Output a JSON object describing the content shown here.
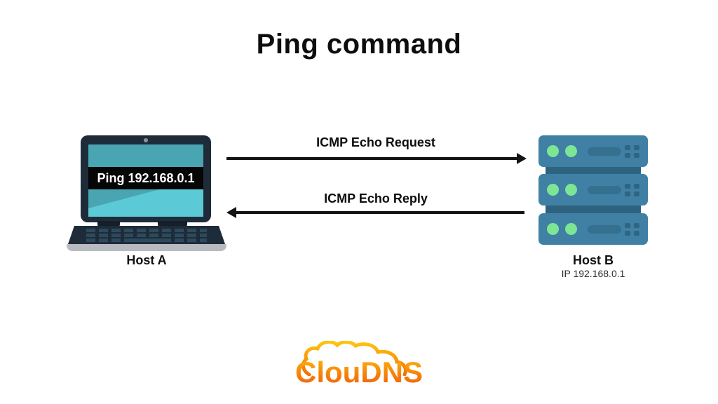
{
  "title": "Ping command",
  "host_a": {
    "label": "Host A",
    "screen_text": "Ping 192.168.0.1"
  },
  "host_b": {
    "label": "Host B",
    "ip_label": "IP 192.168.0.1"
  },
  "flows": {
    "request": "ICMP Echo Request",
    "reply": "ICMP Echo Reply"
  },
  "logo_text": "ClouDNS",
  "colors": {
    "laptop_body": "#1e2c3a",
    "screen_teal_dark": "#4aa5b2",
    "screen_teal_light": "#5cc9d7",
    "screen_band": "#060606",
    "server_body": "#3f80a4",
    "server_connector": "#2e6380",
    "server_slot": "#35708f",
    "led_green": "#7ce695",
    "arrow_black": "#141414",
    "logo_orange_top": "#ffb311",
    "logo_orange_bottom": "#ee5f0a"
  }
}
